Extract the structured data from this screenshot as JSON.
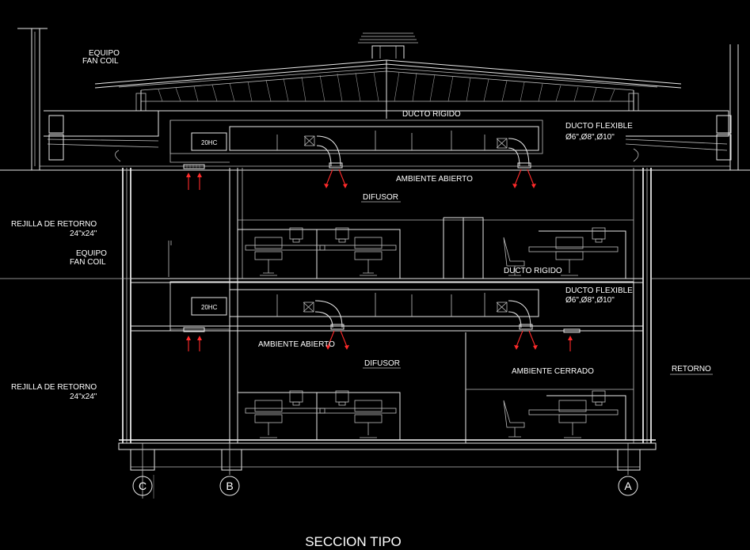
{
  "drawing": {
    "title": "SECCION TIPO",
    "labels": {
      "equipo_fan_coil_top_1": "EQUIPO",
      "equipo_fan_coil_top_2": "FAN COIL",
      "ducto_rigido_top": "DUCTO RIGIDO",
      "ducto_flexible_top_1": "DUCTO FLEXIBLE",
      "ducto_flexible_top_2": "Ø6\",Ø8\",Ø10\"",
      "ambiente_abierto_top": "AMBIENTE ABIERTO",
      "difusor_top": "DIFUSOR",
      "rejilla_retorno_1a": "REJILLA DE RETORNO",
      "rejilla_retorno_1b": "24\"x24\"",
      "equipo_fan_coil_mid_1": "EQUIPO",
      "equipo_fan_coil_mid_2": "FAN COIL",
      "ducto_rigido_mid": "DUCTO RIGIDO",
      "ducto_flexible_mid_1": "DUCTO FLEXIBLE",
      "ducto_flexible_mid_2": "Ø6\",Ø8\",Ø10\"",
      "fan_coil_unit_top": "20HC",
      "fan_coil_unit_mid": "20HC",
      "ambiente_abierto_mid": "AMBIENTE ABIERTO",
      "difusor_mid": "DIFUSOR",
      "ambiente_cerrado": "AMBIENTE CERRADO",
      "retorno": "RETORNO",
      "rejilla_retorno_2a": "REJILLA DE RETORNO",
      "rejilla_retorno_2b": "24\"x24\""
    },
    "axes": [
      "C",
      "B",
      "A"
    ],
    "colors": {
      "background": "#000000",
      "linework": "#e8e8e8",
      "airflow_arrows": "#ff2a2a"
    }
  }
}
